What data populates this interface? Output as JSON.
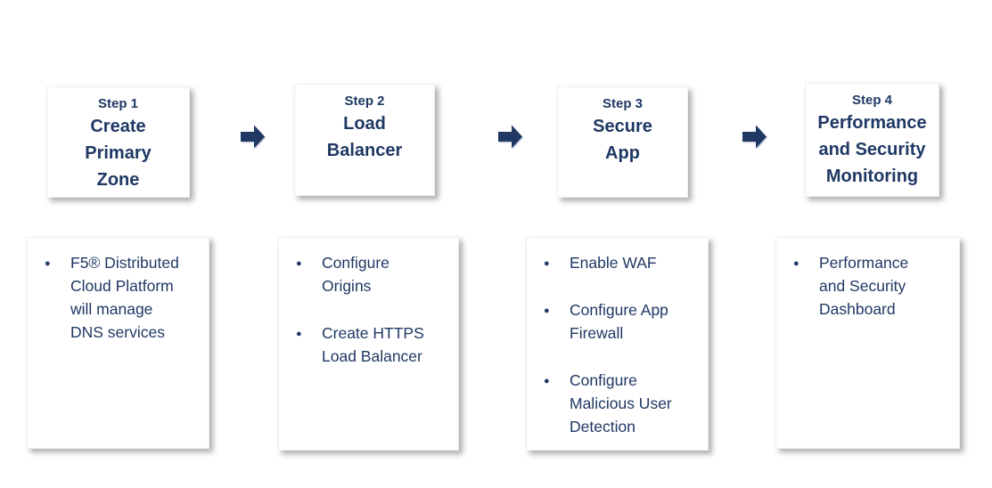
{
  "colors": {
    "accent": "#1f3864",
    "card_background": "#ffffff",
    "shadow": "rgba(0,0,0,0.32)"
  },
  "diagram": {
    "steps": [
      {
        "label": "Step 1",
        "title": "Create\nPrimary\nZone",
        "bullets": [
          "F5® Distributed\nCloud Platform\nwill manage\nDNS services"
        ]
      },
      {
        "label": "Step 2",
        "title": "Load\nBalancer",
        "bullets": [
          "Configure\nOrigins",
          "Create HTTPS\nLoad Balancer"
        ]
      },
      {
        "label": "Step 3",
        "title": "Secure\nApp",
        "bullets": [
          "Enable WAF",
          "Configure App\nFirewall",
          "Configure\nMalicious User\nDetection"
        ]
      },
      {
        "label": "Step 4",
        "title": "Performance\nand Security\nMonitoring",
        "bullets": [
          "Performance\nand Security\nDashboard"
        ]
      }
    ],
    "arrow_icon": "right-block-arrow"
  }
}
